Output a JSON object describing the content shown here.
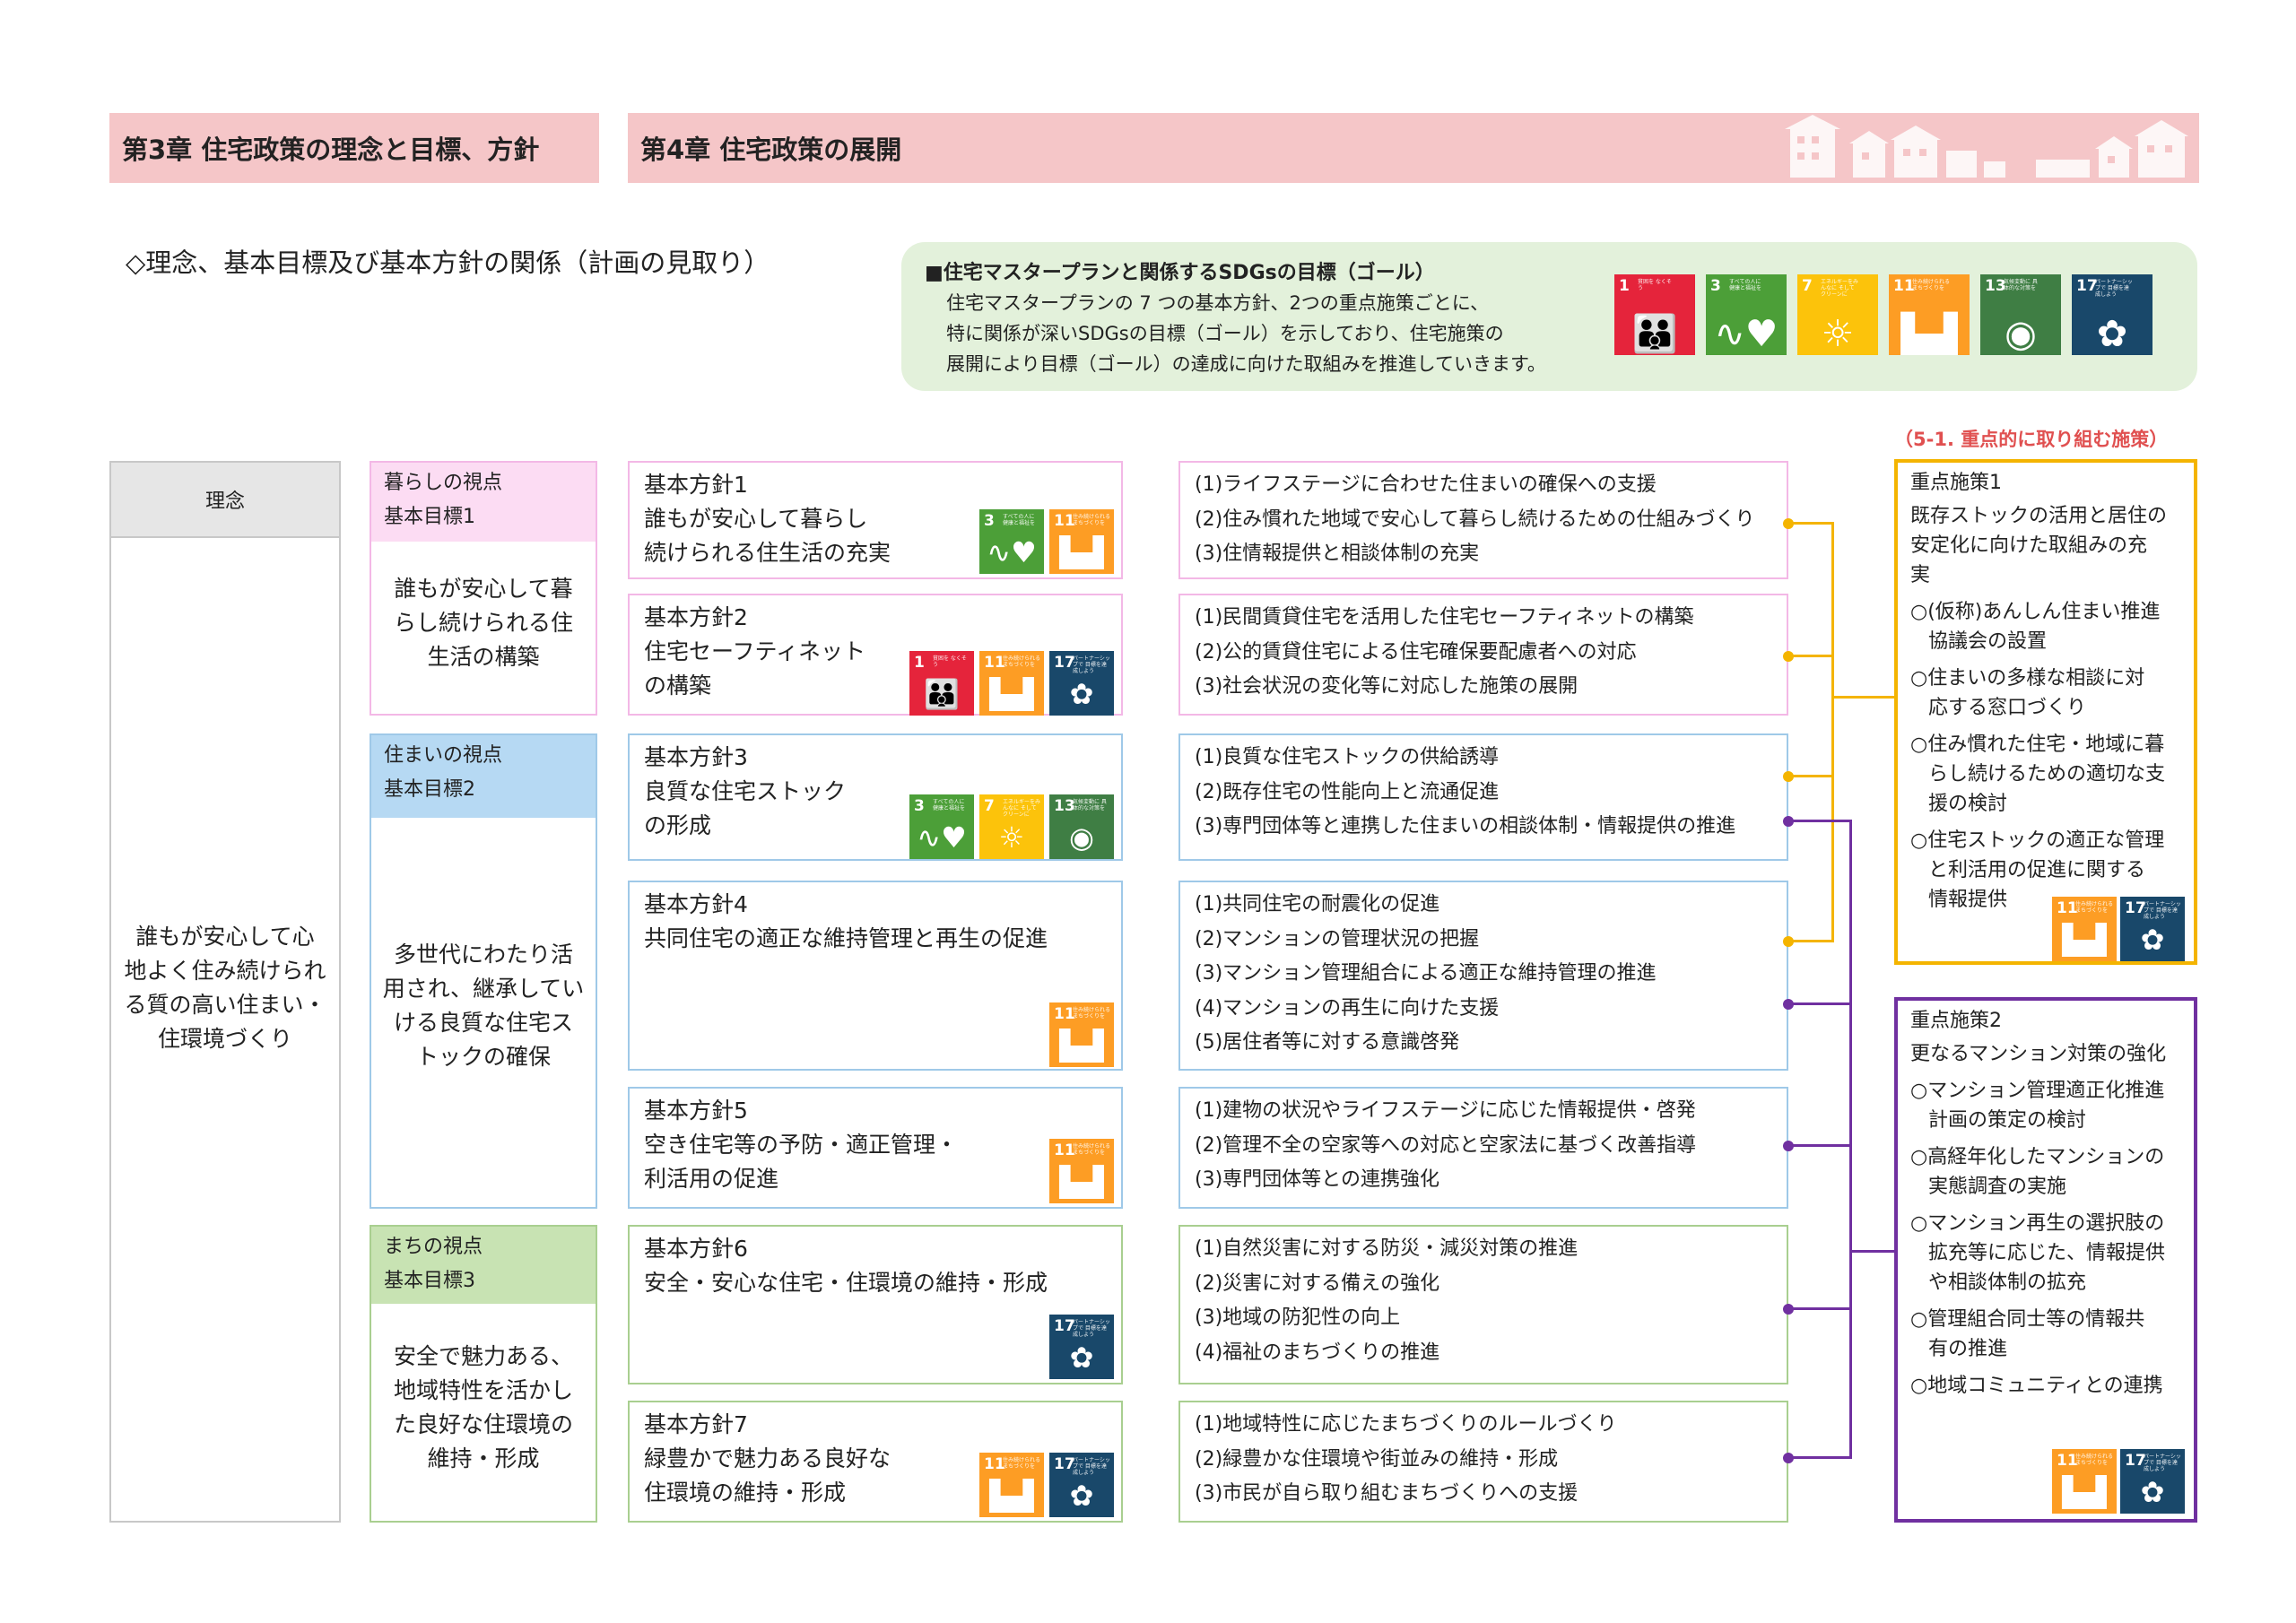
{
  "header": {
    "ch3": "第3章  住宅政策の理念と目標、方針",
    "ch4": "第4章  住宅政策の展開"
  },
  "section_title": "◇理念、基本目標及び基本方針の関係（計画の見取り）",
  "sdgs_box": {
    "title": "■住宅マスタープランと関係するSDGsの目標（ゴール）",
    "lines": [
      "住宅マスタープランの 7 つの基本方針、2つの重点施策ごとに、",
      "特に関係が深いSDGsの目標（ゴール）を示しており、住宅施策の",
      "展開により目標（ゴール）の達成に向けた取組みを推進していきます。"
    ]
  },
  "sdg_icons": {
    "1": {
      "num": "1",
      "label": "貧困を なくそう",
      "icon": "people-icon",
      "color": "#e5243b"
    },
    "3": {
      "num": "3",
      "label": "すべての人に 健康と福祉を",
      "icon": "heartbeat-icon",
      "color": "#4c9f38"
    },
    "7": {
      "num": "7",
      "label": "エネルギーをみんなに そしてクリーンに",
      "icon": "sun-icon",
      "color": "#fcc30b"
    },
    "11": {
      "num": "11",
      "label": "住み続けられる まちづくりを",
      "icon": "buildings-icon",
      "color": "#fd9d24"
    },
    "13": {
      "num": "13",
      "label": "気候変動に 具体的な対策を",
      "icon": "eye-icon",
      "color": "#3f7e44"
    },
    "17": {
      "num": "17",
      "label": "パートナーシップで 目標を達成しよう",
      "icon": "flower-icon",
      "color": "#19486a"
    }
  },
  "focus_note": "（5-1. 重点的に取り組む施策）",
  "rinen": {
    "label": "理念",
    "text": [
      "誰もが安心して心",
      "地よく住み続けられ",
      "る質の高い住まい・",
      "住環境づくり"
    ]
  },
  "goals": [
    {
      "view": "暮らしの視点",
      "goal": "基本目標1",
      "text": [
        "誰もが安心して暮",
        "らし続けられる住",
        "生活の構築"
      ]
    },
    {
      "view": "住まいの視点",
      "goal": "基本目標2",
      "text": [
        "多世代にわたり活",
        "用され、継承してい",
        "ける良質な住宅ス",
        "トックの確保"
      ]
    },
    {
      "view": "まちの視点",
      "goal": "基本目標3",
      "text": [
        "安全で魅力ある、",
        "地域特性を活かし",
        "た良好な住環境の",
        "維持・形成"
      ]
    }
  ],
  "policies": [
    {
      "lines": [
        "基本方針1",
        "誰もが安心して暮らし",
        "続けられる住生活の充実"
      ],
      "items": [
        "(1)ライフステージに合わせた住まいの確保への支援",
        "(2)住み慣れた地域で安心して暮らし続けるための仕組みづくり",
        "(3)住情報提供と相談体制の充実"
      ]
    },
    {
      "lines": [
        "基本方針2",
        "住宅セーフティネット",
        "の構築"
      ],
      "items": [
        "(1)民間賃貸住宅を活用した住宅セーフティネットの構築",
        "(2)公的賃貸住宅による住宅確保要配慮者への対応",
        "(3)社会状況の変化等に対応した施策の展開"
      ]
    },
    {
      "lines": [
        "基本方針3",
        "良質な住宅ストック",
        "の形成"
      ],
      "items": [
        "(1)良質な住宅ストックの供給誘導",
        "(2)既存住宅の性能向上と流通促進",
        "(3)専門団体等と連携した住まいの相談体制・情報提供の推進"
      ]
    },
    {
      "lines": [
        "基本方針4",
        "共同住宅の適正な維持管理と再生の促進"
      ],
      "items": [
        "(1)共同住宅の耐震化の促進",
        "(2)マンションの管理状況の把握",
        "(3)マンション管理組合による適正な維持管理の推進",
        "(4)マンションの再生に向けた支援",
        "(5)居住者等に対する意識啓発"
      ]
    },
    {
      "lines": [
        "基本方針5",
        "空き住宅等の予防・適正管理・",
        "利活用の促進"
      ],
      "items": [
        "(1)建物の状況やライフステージに応じた情報提供・啓発",
        "(2)管理不全の空家等への対応と空家法に基づく改善指導",
        "(3)専門団体等との連携強化"
      ]
    },
    {
      "lines": [
        "基本方針6",
        "安全・安心な住宅・住環境の維持・形成"
      ],
      "items": [
        "(1)自然災害に対する防災・減災対策の推進",
        "(2)災害に対する備えの強化",
        "(3)地域の防犯性の向上",
        "(4)福祉のまちづくりの推進"
      ]
    },
    {
      "lines": [
        "基本方針7",
        "緑豊かで魅力ある良好な",
        "住環境の維持・形成"
      ],
      "items": [
        "(1)地域特性に応じたまちづくりのルールづくり",
        "(2)緑豊かな住環境や街並みの維持・形成",
        "(3)市民が自ら取り組むまちづくりへの支援"
      ]
    }
  ],
  "focus1": {
    "title": "重点施策1",
    "subtitle": [
      "既存ストックの活用と居住の",
      "安定化に向けた取組みの充",
      "実"
    ],
    "bullets": [
      [
        "○(仮称)あんしん住まい推進",
        "協議会の設置"
      ],
      [
        "○住まいの多様な相談に対",
        "応する窓口づくり"
      ],
      [
        "○住み慣れた住宅・地域に暮",
        "らし続けるための適切な支",
        "援の検討"
      ],
      [
        "○住宅ストックの適正な管理",
        "と利活用の促進に関する",
        "情報提供"
      ]
    ]
  },
  "focus2": {
    "title": "重点施策2",
    "subtitle": [
      "更なるマンション対策の強化"
    ],
    "bullets": [
      [
        "○マンション管理適正化推進",
        "計画の策定の検討"
      ],
      [
        "○高経年化したマンションの",
        "実態調査の実施"
      ],
      [
        "○マンション再生の選択肢の",
        "拡充等に応じた、情報提供",
        "や相談体制の拡充"
      ],
      [
        "○管理組合同士等の情報共",
        "有の推進"
      ],
      [
        "○地域コミュニティとの連携"
      ]
    ]
  }
}
